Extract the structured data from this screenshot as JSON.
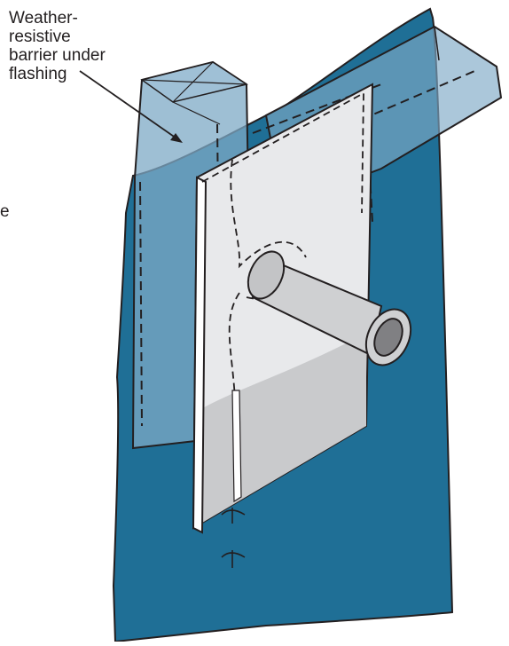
{
  "callout": {
    "lines": [
      "Weather-",
      "resistive",
      "barrier under",
      "flashing"
    ]
  },
  "edge_fragment": "e",
  "colors": {
    "barrier": "#1f6f96",
    "barrier_light": "#7ea9c6",
    "flashing": "#e8e9eb",
    "flashing_shade": "#c9cacc",
    "pipe": "#cfd0d2",
    "pipe_dark": "#808083",
    "stroke": "#231f20"
  },
  "icons": [
    "leader-arrow-icon",
    "pipe-icon",
    "cut-line-icon"
  ]
}
